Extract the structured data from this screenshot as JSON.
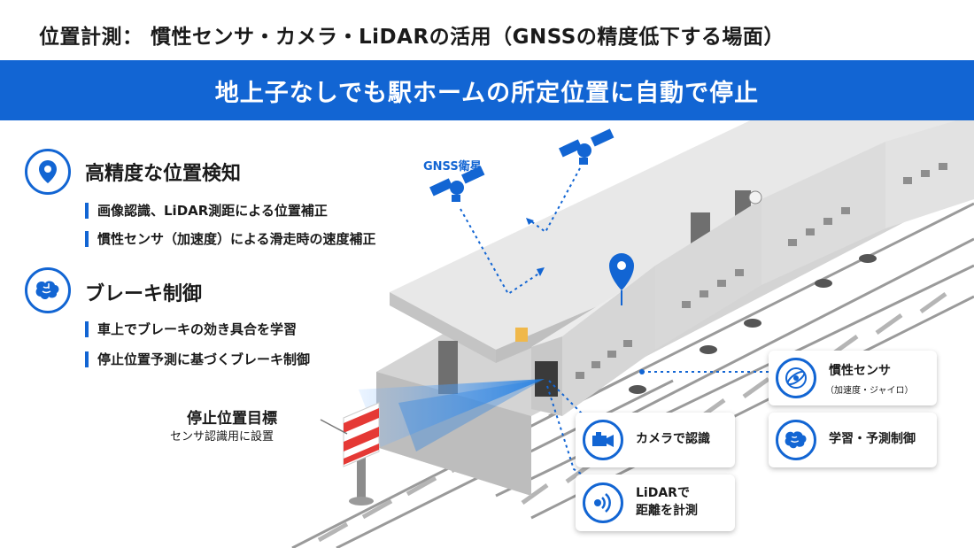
{
  "header": {
    "title": "位置計測： 慣性センサ・カメラ・LiDARの活用（GNSSの精度低下する場面）",
    "banner": "地上子なしでも駅ホームの所定位置に自動で停止"
  },
  "features": [
    {
      "icon": "location-pin-icon",
      "title": "高精度な位置検知",
      "bullets": [
        "画像認識、LiDAR測距による位置補正",
        "慣性センサ（加速度）による滑走時の速度補正"
      ]
    },
    {
      "icon": "brain-icon",
      "title": "ブレーキ制御",
      "bullets": [
        "車上でブレーキの効き具合を学習",
        "停止位置予測に基づくブレーキ制御"
      ]
    }
  ],
  "scene": {
    "satellite_label": "GNSS衛星",
    "target_label": "停止位置目標",
    "target_sublabel": "センサ認識用に設置"
  },
  "callouts": {
    "inertial": {
      "label": "慣性センサ",
      "sublabel": "（加速度・ジャイロ）",
      "icon": "gyroscope-icon"
    },
    "learning": {
      "label": "学習・予測制御",
      "icon": "brain-icon"
    },
    "camera": {
      "label": "カメラで認識",
      "icon": "camera-icon"
    },
    "lidar": {
      "line1": "LiDARで",
      "line2": "距離を計測",
      "icon": "lidar-icon"
    }
  },
  "colors": {
    "accent": "#1265d3",
    "rail": "#8a8a8a",
    "platform": "#c9c9c9",
    "train": "#d9d9d9"
  }
}
